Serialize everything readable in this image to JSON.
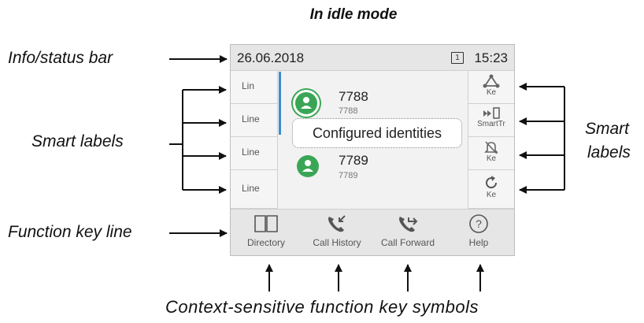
{
  "title": "In idle mode",
  "callouts": {
    "info_status_bar": "Info/status bar",
    "smart_labels_left": "Smart labels",
    "smart_labels_right_1": "Smart",
    "smart_labels_right_2": "labels",
    "function_key_line": "Function key line",
    "context_symbols": "Context-sensitive function key symbols"
  },
  "screen": {
    "date": "26.06.2018",
    "sim_badge": "1",
    "time": "15:23",
    "left_keys": [
      "Lin",
      "Line",
      "Line",
      "Line"
    ],
    "right_keys": [
      {
        "label": "Ke",
        "icon": "network-icon"
      },
      {
        "label": "SmartTr",
        "icon": "transfer-icon"
      },
      {
        "label": "Ke",
        "icon": "bell-mute-icon"
      },
      {
        "label": "Ke",
        "icon": "redial-icon"
      }
    ],
    "identities": [
      {
        "number": "7788",
        "sub": "7788"
      },
      {
        "number": "7789",
        "sub": "7789"
      }
    ],
    "tooltip": "Configured identities",
    "function_keys": [
      {
        "label": "Directory",
        "icon": "book-icon"
      },
      {
        "label": "Call History",
        "icon": "call-history-icon"
      },
      {
        "label": "Call Forward",
        "icon": "call-forward-icon"
      },
      {
        "label": "Help",
        "icon": "help-icon"
      }
    ]
  },
  "colors": {
    "accent_green": "#3aa655",
    "accent_blue": "#3b8dd1",
    "status_bar": "#e6e6e6"
  }
}
